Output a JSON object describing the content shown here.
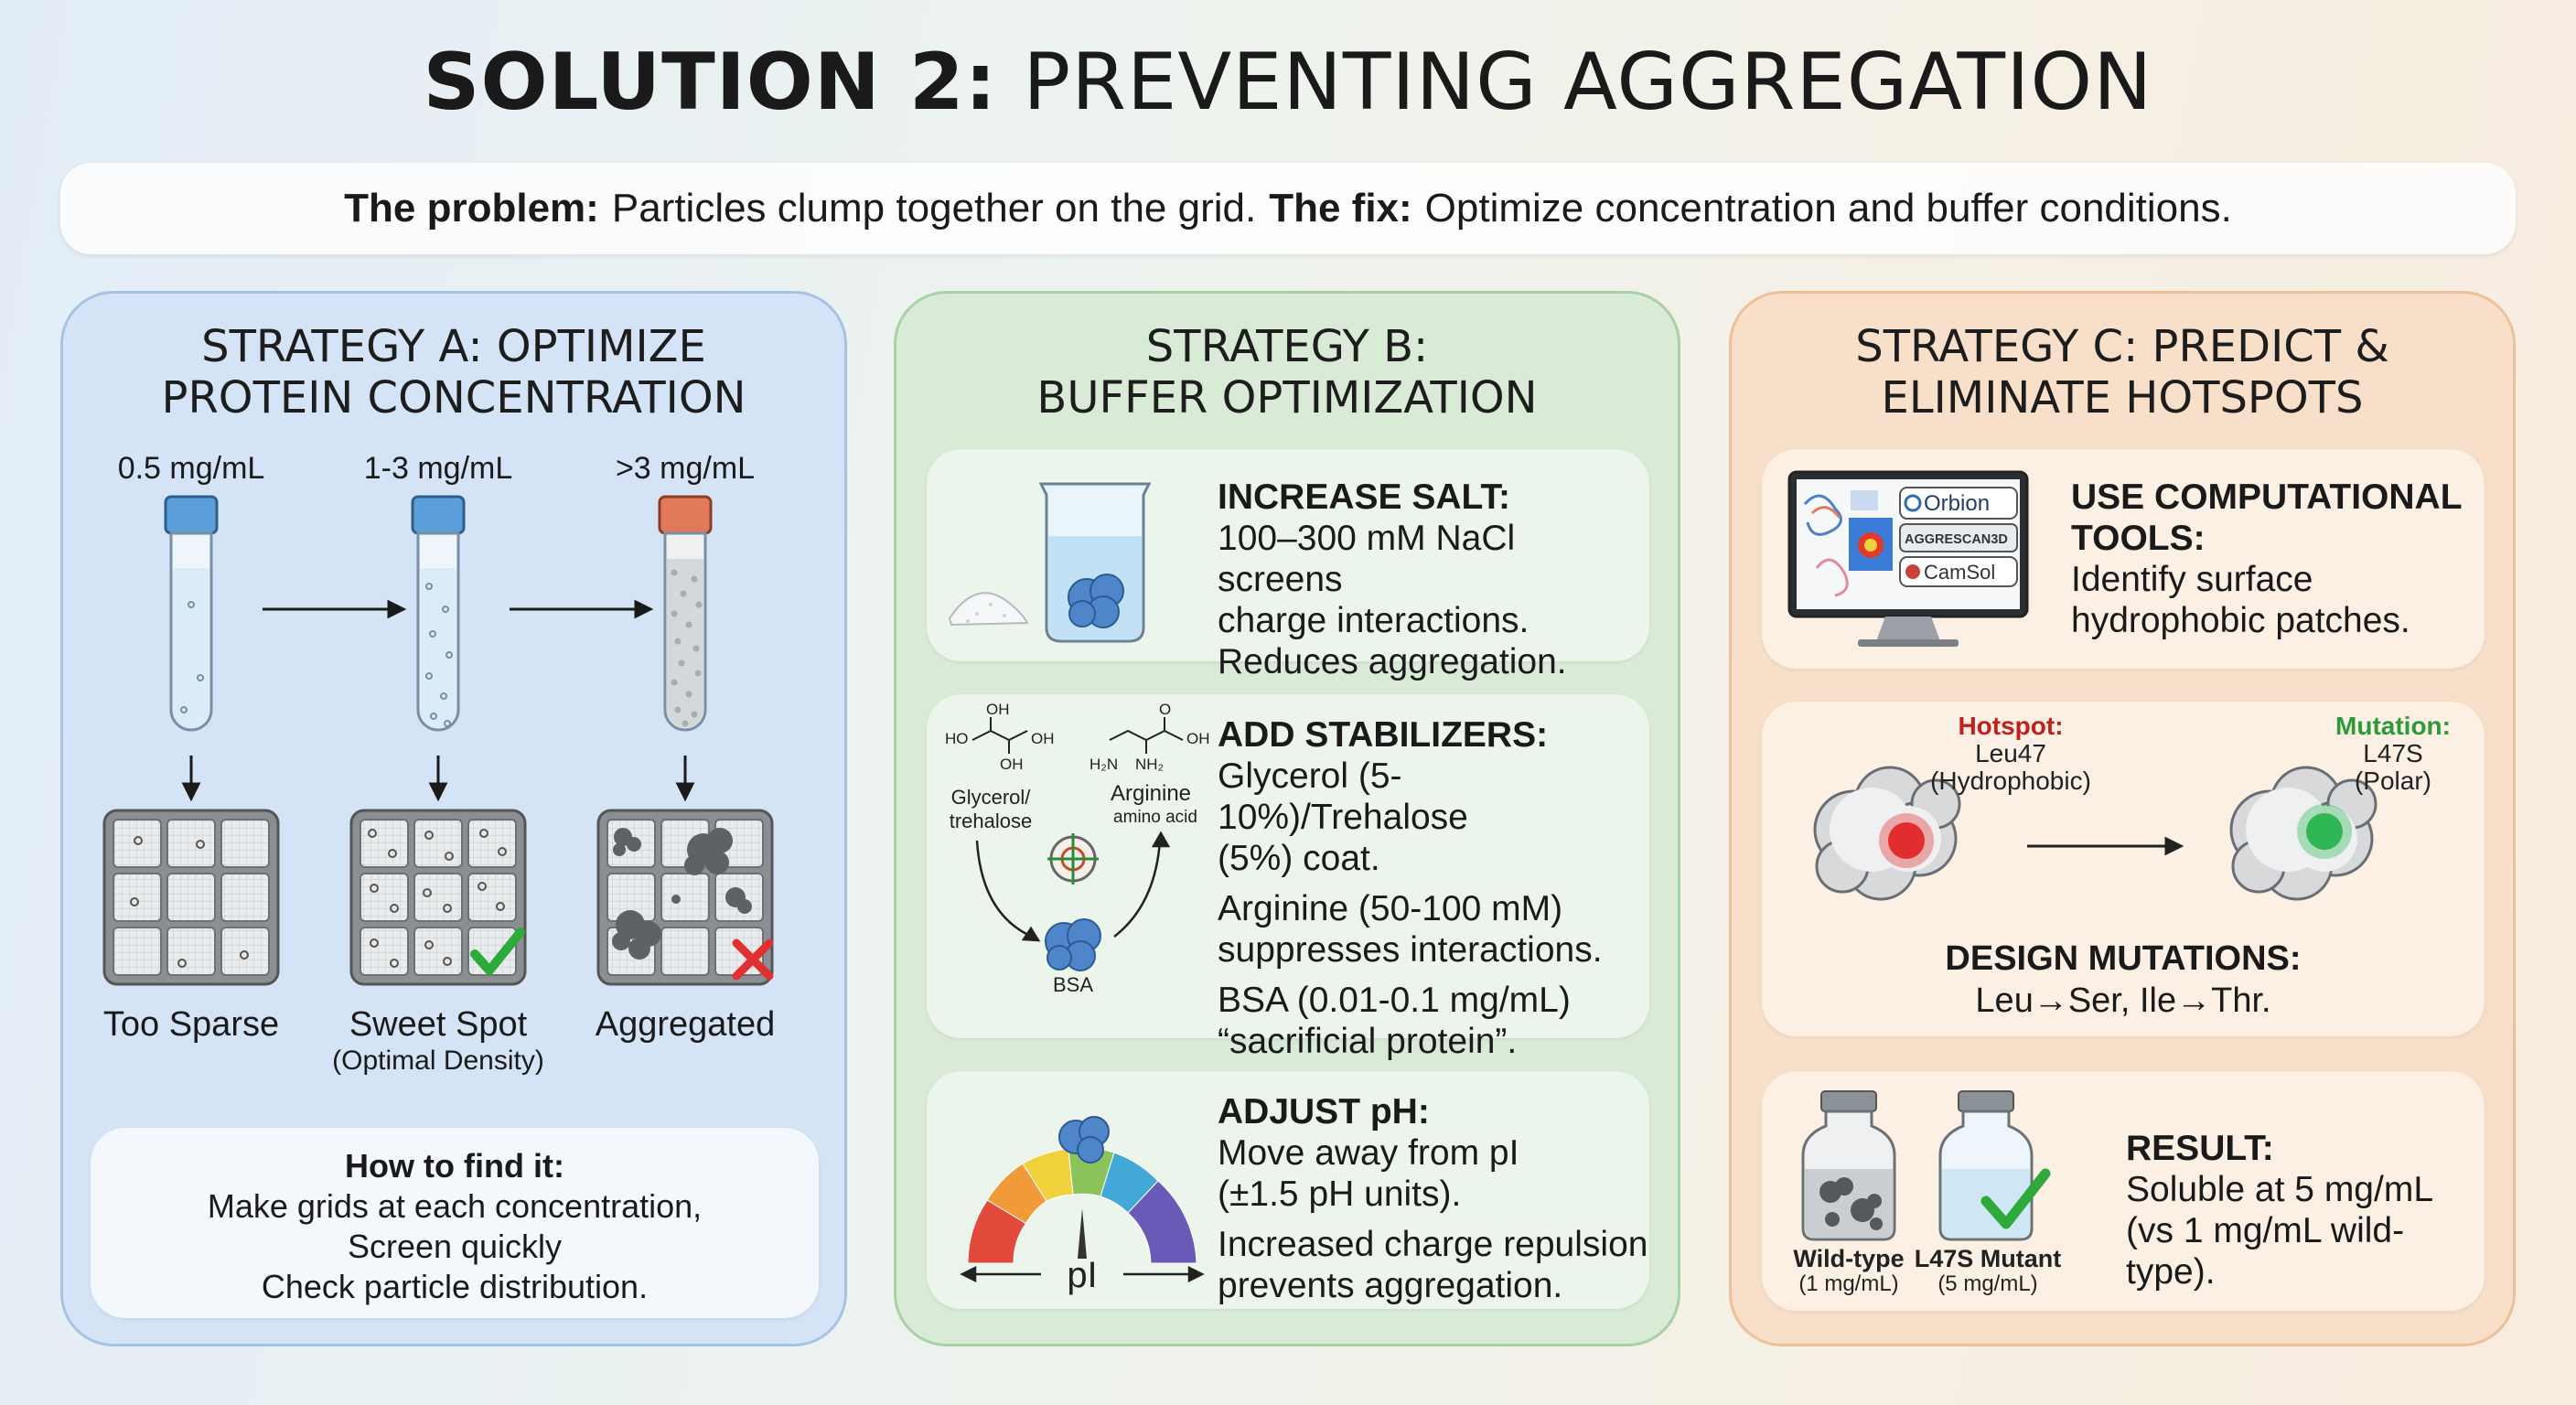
{
  "title": {
    "bold": "SOLUTION 2:",
    "rest": "PREVENTING AGGREGATION"
  },
  "banner": {
    "problem_label": "The problem:",
    "problem_text": "Particles clump together on the grid.",
    "fix_label": "The fix:",
    "fix_text": "Optimize concentration and buffer conditions."
  },
  "strategy_a": {
    "title_line1": "STRATEGY A: OPTIMIZE",
    "title_line2": "PROTEIN CONCENTRATION",
    "tubes": [
      {
        "concentration": "0.5 mg/mL",
        "cap_color": "#5a9fd9",
        "grid_label": "Too Sparse",
        "grid_sublabel": "",
        "status": "none"
      },
      {
        "concentration": "1-3 mg/mL",
        "cap_color": "#5a9fd9",
        "grid_label": "Sweet Spot",
        "grid_sublabel": "(Optimal Density)",
        "status": "check"
      },
      {
        "concentration": ">3 mg/mL",
        "cap_color": "#e07a5a",
        "grid_label": "Aggregated",
        "grid_sublabel": "",
        "status": "cross"
      }
    ],
    "how_title": "How to find it:",
    "how_lines": [
      "Make grids at each concentration,",
      "Screen quickly",
      "Check particle distribution."
    ]
  },
  "strategy_b": {
    "title_line1": "STRATEGY B:",
    "title_line2": "BUFFER OPTIMIZATION",
    "salt": {
      "heading": "INCREASE SALT:",
      "lines": [
        "100–300 mM NaCl screens",
        "charge interactions.",
        "Reduces aggregation."
      ]
    },
    "stabilizers": {
      "heading": "ADD STABILIZERS:",
      "lines": [
        "Glycerol (5-10%)/Trehalose",
        "(5%) coat.",
        "Arginine (50-100 mM)",
        "suppresses interactions.",
        "BSA (0.01-0.1 mg/mL)",
        "“sacrificial protein”."
      ],
      "diagram": {
        "glycerol_label_1": "Glycerol/",
        "glycerol_label_2": "trehalose",
        "arginine_label_1": "Arginine",
        "arginine_label_2": "amino acid",
        "bsa_label": "BSA",
        "oh1": "OH",
        "ho": "HO",
        "oh2": "OH",
        "oh3": "OH",
        "oh4": "OH",
        "h2n": "H₂N",
        "nh2": "NH₂",
        "o": "O"
      }
    },
    "ph": {
      "heading": "ADJUST pH:",
      "lines": [
        "Move away from pI",
        "(±1.5 pH units).",
        "Increased charge repulsion",
        "prevents aggregation."
      ],
      "gauge_label": "pI"
    }
  },
  "strategy_c": {
    "title_line1": "STRATEGY C: PREDICT &",
    "title_line2": "ELIMINATE HOTSPOTS",
    "tools": {
      "heading_1": "USE COMPUTATIONAL",
      "heading_2": "TOOLS:",
      "lines": [
        "Identify surface",
        "hydrophobic patches."
      ],
      "tool_names": [
        "Orbion",
        "AGGRESCAN3D",
        "CamSol"
      ]
    },
    "mutation": {
      "hotspot_label": "Hotspot:",
      "hotspot_residue": "Leu47",
      "hotspot_type": "(Hydrophobic)",
      "mutation_label": "Mutation:",
      "mutation_residue": "L47S",
      "mutation_type": "(Polar)",
      "design_heading": "DESIGN MUTATIONS:",
      "design_text": "Leu→Ser, Ile→Thr."
    },
    "result": {
      "heading": "RESULT:",
      "lines": [
        "Soluble at 5 mg/mL",
        "(vs 1 mg/mL wild-type)."
      ],
      "vial1_label": "Wild-type",
      "vial1_conc": "(1 mg/mL)",
      "vial2_label": "L47S Mutant",
      "vial2_conc": "(5 mg/mL)"
    }
  },
  "colors": {
    "hotspot": "#e02020",
    "mutation": "#22b24a",
    "check": "#2eaa3a",
    "cross": "#e03030",
    "hotspot_text": "#c0201e",
    "mutation_text": "#2a9a3a"
  }
}
